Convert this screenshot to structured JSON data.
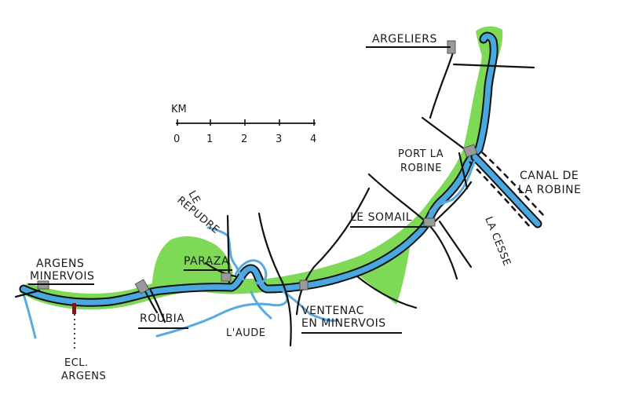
{
  "colors": {
    "canal": "#4aa8e0",
    "green_zone": "#7ed957",
    "river": "#5aaae0",
    "ink": "#111111",
    "lock": "#9a9a9a",
    "ecluse_marker": "#7a1a1a"
  },
  "scale": {
    "unit": "KM",
    "ticks": [
      "0",
      "1",
      "2",
      "3",
      "4"
    ]
  },
  "places": {
    "argeliers": "ARGELIERS",
    "port_la_robine_1": "PORT LA",
    "port_la_robine_2": "ROBINE",
    "canal_robine_1": "CANAL DE",
    "canal_robine_2": "LA ROBINE",
    "le_somail": "LE SOMAIL",
    "la_cesse": "LA CESSE",
    "le_repudre_1": "LE",
    "le_repudre_2": "REPUDRE",
    "paraza": "PARAZA",
    "argens_1": "ARGENS",
    "argens_2": "MINERVOIS",
    "roubia": "ROUBIA",
    "laude": "L'AUDE",
    "ventenac_1": "VENTENAC",
    "ventenac_2": "EN MINERVOIS",
    "ecl_argens_1": "ECL.",
    "ecl_argens_2": "ARGENS"
  }
}
